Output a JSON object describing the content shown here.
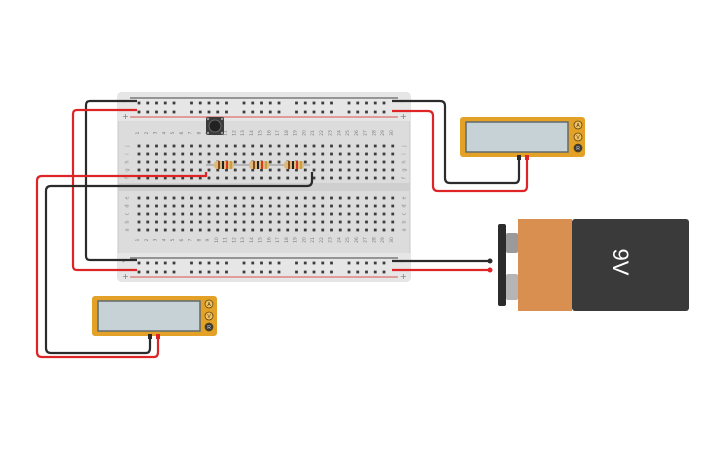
{
  "breadboard": {
    "top_rows": [
      "j",
      "i",
      "h",
      "g",
      "f"
    ],
    "bottom_rows": [
      "e",
      "d",
      "c",
      "b",
      "a"
    ],
    "columns": [
      "1",
      "2",
      "3",
      "4",
      "5",
      "6",
      "7",
      "8",
      "9",
      "10",
      "11",
      "12",
      "13",
      "14",
      "15",
      "16",
      "17",
      "18",
      "19",
      "20",
      "21",
      "22",
      "23",
      "24",
      "25",
      "26",
      "27",
      "28",
      "29",
      "30"
    ],
    "plus_sign": "+",
    "minus_sign": "-"
  },
  "battery": {
    "label": "9V",
    "body_color": "#3a3a3a",
    "wrap_color": "#d88f4f"
  },
  "multimeter_right": {
    "modes": [
      "A",
      "V",
      "R"
    ],
    "body_color": "#e3a227"
  },
  "multimeter_left": {
    "modes": [
      "A",
      "V",
      "R"
    ],
    "body_color": "#e3a227"
  },
  "colors": {
    "wire_red": "#dd2426",
    "wire_black": "#2b2b2b",
    "rail_red": "#d9534f",
    "rail_dark": "#444444"
  },
  "icons": [
    "pushbutton-icon",
    "resistor-icon",
    "battery-icon",
    "multimeter-icon"
  ]
}
